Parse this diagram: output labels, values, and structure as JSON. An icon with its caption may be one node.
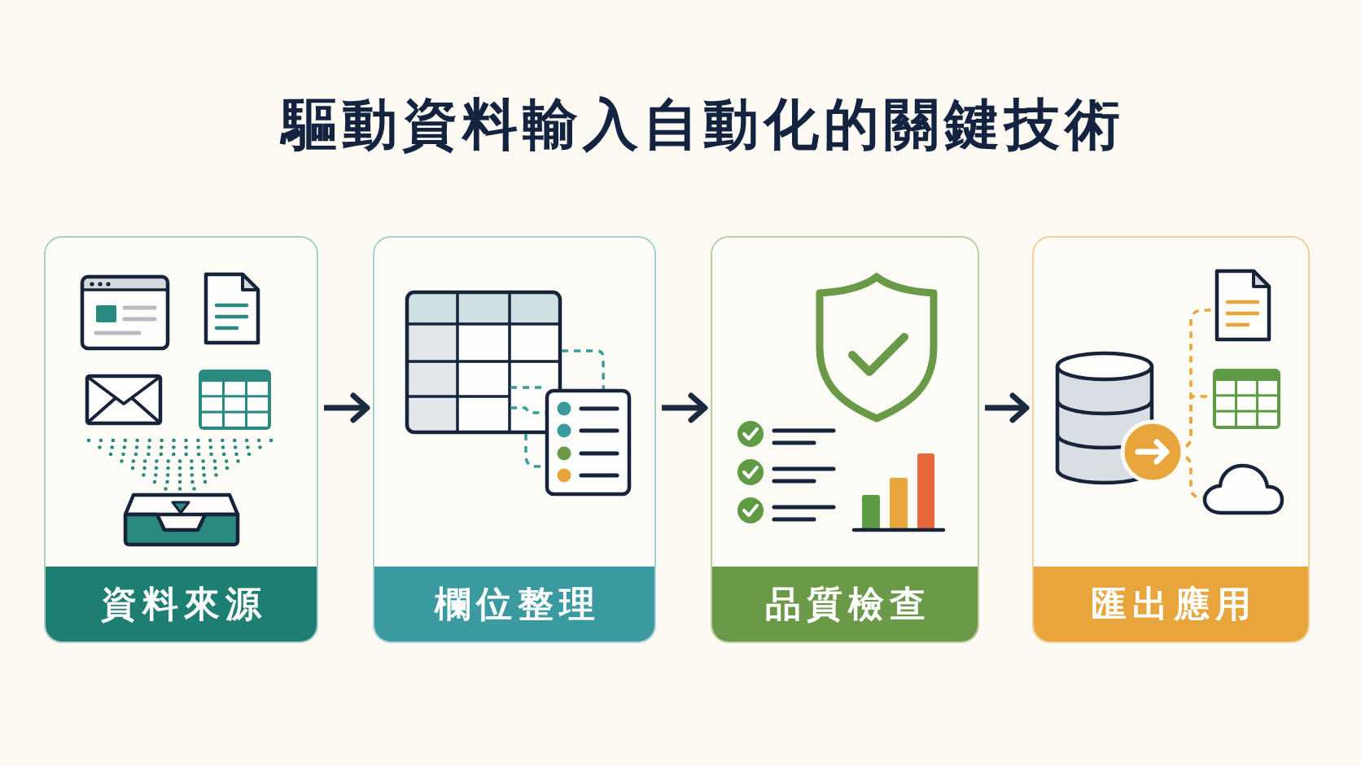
{
  "diagram": {
    "title": "驅動資料輸入自動化的關鍵技術",
    "nodes": [
      {
        "text": [
          "資料來源"
        ]
      },
      {
        "text": [
          "欄位整理"
        ]
      },
      {
        "text": [
          "品質檢查"
        ]
      },
      {
        "text": [
          "匯出應用"
        ]
      },
      {
        "text": [],
        "shape": "picture",
        "in": 1
      },
      {
        "text": [],
        "shape": "picture",
        "in": 1
      },
      {
        "text": [],
        "shape": "picture",
        "in": 3
      },
      {
        "text": [],
        "shape": "picture",
        "in": 3
      },
      {
        "text": [],
        "shape": "picture",
        "in": 3
      },
      {
        "text": [],
        "shape": "picture",
        "in": 3
      }
    ],
    "edges": [
      {
        "from": 0,
        "to": 1,
        "arrow": "to",
        "style": "thick",
        "color": "#1b2a3e"
      },
      {
        "from": 1,
        "to": 2,
        "arrow": "to",
        "style": "thick",
        "color": "#1b2a3e"
      },
      {
        "from": 2,
        "to": 3,
        "arrow": "to",
        "style": "thick",
        "color": "#1b2a3e"
      },
      {
        "from": 4,
        "to": 5,
        "arrow": "none",
        "style": "dashed",
        "color": "#3a9a9c"
      },
      {
        "from": 4,
        "to": 5,
        "arrow": "none",
        "style": "dashed",
        "color": "#3a9a9c"
      },
      {
        "from": 4,
        "to": 5,
        "arrow": "none",
        "style": "dashed",
        "color": "#3a9a9c"
      },
      {
        "from": 4,
        "to": 5,
        "arrow": "none",
        "style": "dashed",
        "color": "#3a9a9c"
      },
      {
        "from": 6,
        "to": 7,
        "arrow": "none",
        "style": "dashed",
        "color": "#e8a53b"
      },
      {
        "from": 6,
        "to": 8,
        "arrow": "none",
        "style": "dashed",
        "color": "#e8a53b"
      },
      {
        "from": 6,
        "to": 9,
        "arrow": "none",
        "style": "dashed",
        "color": "#e8a53b"
      }
    ]
  }
}
